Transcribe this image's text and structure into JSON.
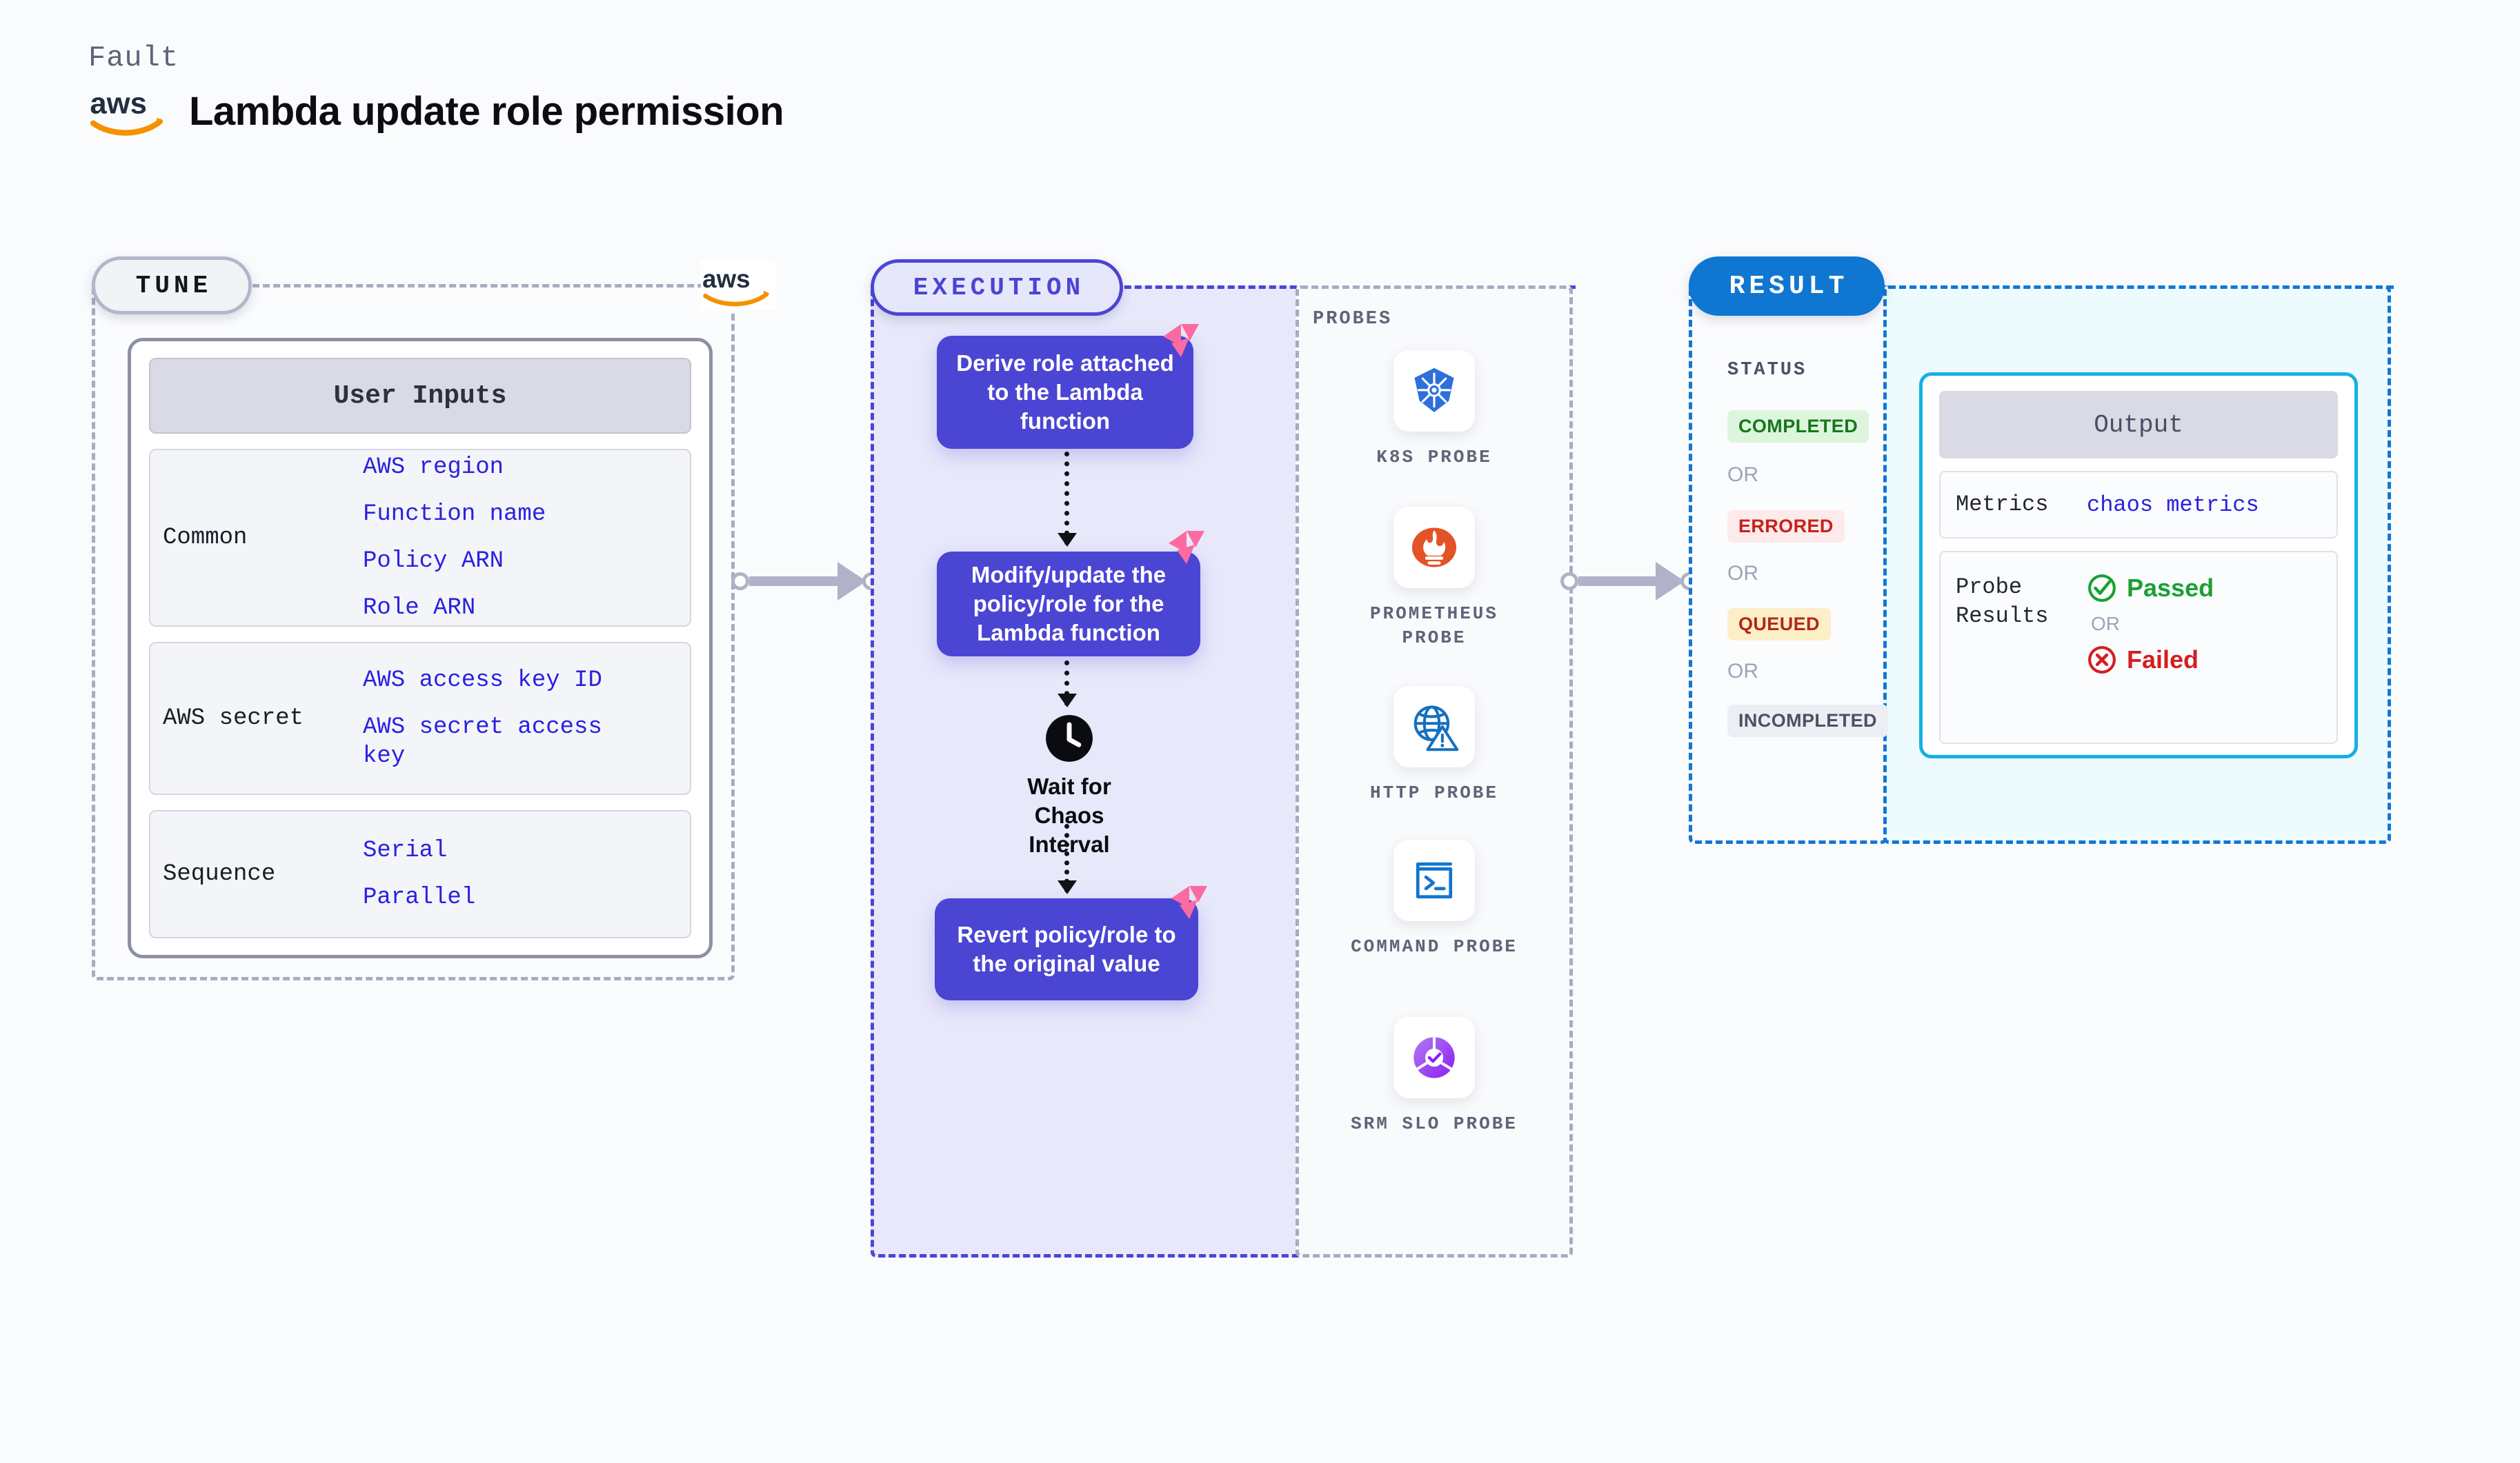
{
  "header": {
    "fault_label": "Fault",
    "title": "Lambda update role permission",
    "logo": "aws-logo"
  },
  "tune": {
    "pill_label": "TUNE",
    "logo": "aws-logo",
    "card_title": "User Inputs",
    "groups": [
      {
        "label": "Common",
        "values": [
          "AWS region",
          "Function name",
          "Policy ARN",
          "Role ARN"
        ]
      },
      {
        "label": "AWS secret",
        "values": [
          "AWS access key ID",
          "AWS secret access key"
        ]
      },
      {
        "label": "Sequence",
        "values": [
          "Serial",
          "Parallel"
        ]
      }
    ]
  },
  "execution": {
    "pill_label": "EXECUTION",
    "steps": [
      {
        "kind": "box",
        "text": "Derive role attached to the Lambda function",
        "badge": "chaos-badge-icon"
      },
      {
        "kind": "box",
        "text": "Modify/update the policy/role for the Lambda function",
        "badge": "chaos-badge-icon"
      },
      {
        "kind": "wait",
        "text": "Wait for Chaos Interval",
        "icon": "clock-icon"
      },
      {
        "kind": "box",
        "text": "Revert policy/role to the original value",
        "badge": "chaos-badge-icon"
      }
    ]
  },
  "probes": {
    "title": "PROBES",
    "items": [
      {
        "label": "K8S PROBE",
        "icon": "kubernetes-icon"
      },
      {
        "label": "PROMETHEUS PROBE",
        "icon": "prometheus-icon"
      },
      {
        "label": "HTTP PROBE",
        "icon": "globe-warning-icon"
      },
      {
        "label": "COMMAND PROBE",
        "icon": "terminal-icon"
      },
      {
        "label": "SRM SLO PROBE",
        "icon": "slo-donut-icon"
      }
    ]
  },
  "result": {
    "pill_label": "RESULT",
    "status_title": "STATUS",
    "or_label": "OR",
    "statuses": [
      {
        "label": "COMPLETED",
        "bg": "#ddf5dd",
        "fg": "#15781b"
      },
      {
        "label": "ERRORED",
        "bg": "#fdeaea",
        "fg": "#c4221d"
      },
      {
        "label": "QUEUED",
        "bg": "#fcefc8",
        "fg": "#b3271c"
      },
      {
        "label": "INCOMPLETED",
        "bg": "#eceef4",
        "fg": "#4c5163"
      }
    ]
  },
  "output": {
    "card_title": "Output",
    "metrics_label": "Metrics",
    "metrics_value": "chaos metrics",
    "probe_results_label": "Probe Results",
    "passed_label": "Passed",
    "failed_label": "Failed",
    "or_label": "OR"
  },
  "colors": {
    "accent_execution": "#4b45d4",
    "accent_result": "#1177d4",
    "accent_output_border": "#14b1e3",
    "value_blue": "#2a20e0",
    "chaos_pink": "#fb6ba0",
    "aws_orange": "#f59100",
    "passed_green": "#1aa033",
    "failed_red": "#d31f1f"
  }
}
